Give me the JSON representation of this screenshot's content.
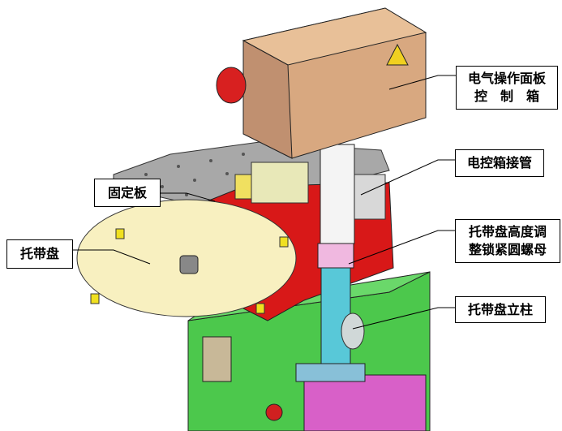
{
  "labels": {
    "control_box": [
      "电气操作面板",
      "控　制　箱"
    ],
    "control_pipe": "电控箱接管",
    "tray_lock_nut": [
      "托带盘高度调",
      "整锁紧圆螺母"
    ],
    "tray_column": "托带盘立柱",
    "fixed_plate": "固定板",
    "tray": "托带盘"
  },
  "colors": {
    "cabinet": "#4cc84c",
    "panel": "#d860c8",
    "red_box": "#d81818",
    "tray": "#f8f0c0",
    "column": "#58c8d8",
    "control_box": "#d8a880",
    "plate": "#a8a8a8"
  }
}
